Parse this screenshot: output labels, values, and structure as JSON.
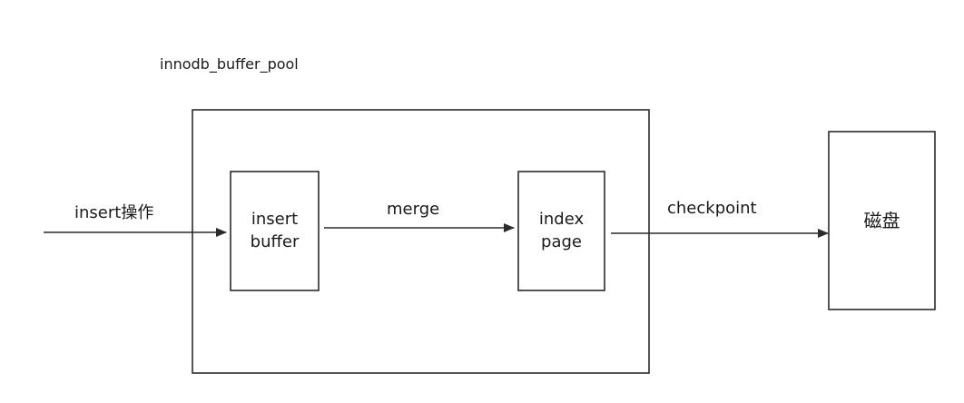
{
  "diagram": {
    "pool_title": "innodb_buffer_pool",
    "nodes": {
      "insert_buffer": "insert\nbuffer",
      "index_page": "index\npage",
      "disk": "磁盘"
    },
    "edges": {
      "insert_op": "insert操作",
      "merge": "merge",
      "checkpoint": "checkpoint"
    },
    "colors": {
      "stroke": "#2b2b2b",
      "text": "#1a1a1a",
      "background": "#ffffff"
    }
  }
}
